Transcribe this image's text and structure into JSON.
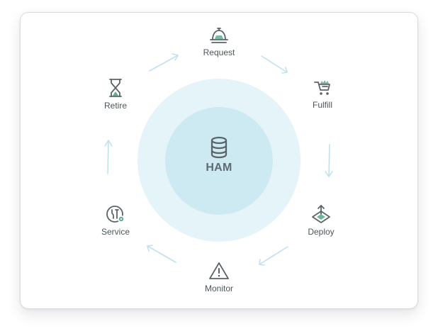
{
  "hub": {
    "label": "HAM",
    "icon": "database-icon"
  },
  "stages": [
    {
      "label": "Request",
      "icon": "bell-icon"
    },
    {
      "label": "Fulfill",
      "icon": "cart-icon"
    },
    {
      "label": "Deploy",
      "icon": "deploy-icon"
    },
    {
      "label": "Monitor",
      "icon": "warning-icon"
    },
    {
      "label": "Service",
      "icon": "service-icon"
    },
    {
      "label": "Retire",
      "icon": "hourglass-icon"
    }
  ],
  "colors": {
    "icon_stroke": "#5a6468",
    "accent": "#5fae8f",
    "arrow": "#bfe2ee",
    "outer_ring": "#e5f4f9",
    "inner_circle": "#cdeaf2"
  }
}
